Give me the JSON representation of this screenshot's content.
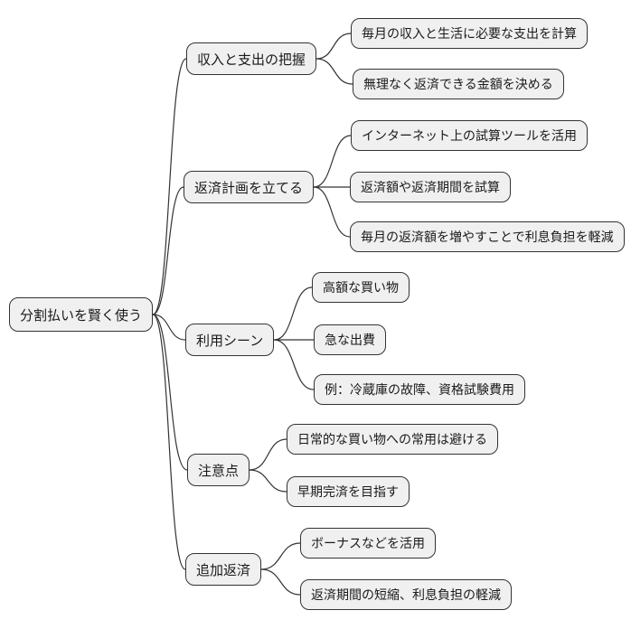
{
  "mindmap": {
    "root": {
      "label": "分割払いを賢く使う"
    },
    "branches": [
      {
        "label": "収入と支出の把握",
        "children": [
          {
            "label": "毎月の収入と生活に必要な支出を計算"
          },
          {
            "label": "無理なく返済できる金額を決める"
          }
        ]
      },
      {
        "label": "返済計画を立てる",
        "children": [
          {
            "label": "インターネット上の試算ツールを活用"
          },
          {
            "label": "返済額や返済期間を試算"
          },
          {
            "label": "毎月の返済額を増やすことで利息負担を軽減"
          }
        ]
      },
      {
        "label": "利用シーン",
        "children": [
          {
            "label": "高額な買い物"
          },
          {
            "label": "急な出費"
          },
          {
            "label": "例：冷蔵庫の故障、資格試験費用"
          }
        ]
      },
      {
        "label": "注意点",
        "children": [
          {
            "label": "日常的な買い物への常用は避ける"
          },
          {
            "label": "早期完済を目指す"
          }
        ]
      },
      {
        "label": "追加返済",
        "children": [
          {
            "label": "ボーナスなどを活用"
          },
          {
            "label": "返済期間の短縮、利息負担の軽減"
          }
        ]
      }
    ],
    "colors": {
      "background": "#ffffff",
      "node_fill": "#f0f0f0",
      "node_border": "#333333",
      "edge": "#333333",
      "text": "#1a1a1a"
    }
  }
}
